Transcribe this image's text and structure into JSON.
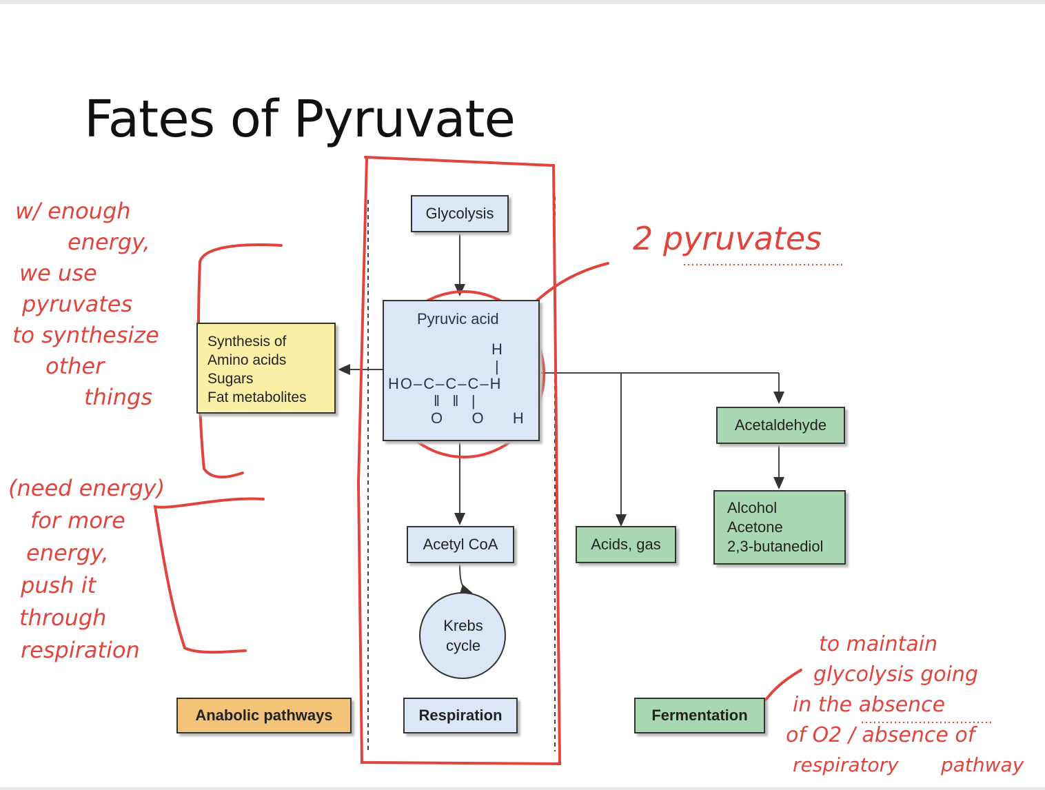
{
  "title": "Fates of Pyruvate",
  "diagram": {
    "glycolysis": "Glycolysis",
    "pyruvic_acid": "Pyruvic acid",
    "structure": {
      "top_h": "H",
      "middle": "HO–C–C–C–H",
      "bonds": "‖   ‖   |",
      "bottom": "O   O   H",
      "top_bond": "|"
    },
    "synthesis": [
      "Synthesis of",
      "Amino acids",
      "Sugars",
      "Fat metabolites"
    ],
    "acetyl_coa": "Acetyl CoA",
    "krebs": [
      "Krebs",
      "cycle"
    ],
    "acids_gas": "Acids, gas",
    "acetaldehyde": "Acetaldehyde",
    "alcohol": [
      "Alcohol",
      "Acetone",
      "2,3-butanediol"
    ],
    "anabolic": "Anabolic pathways",
    "respiration": "Respiration",
    "fermentation": "Fermentation"
  },
  "colors": {
    "annotation": "#e0443c",
    "blue_box": "#dbe6f6",
    "yellow_box": "#fcefa6",
    "orange_box": "#f3c37a",
    "green_box": "#a9d7b1"
  },
  "annotations": {
    "left_top": [
      "w/ enough",
      "energy,",
      "we use",
      "pyruvates",
      "to synthesize",
      "other",
      "things"
    ],
    "left_bottom": [
      "(need energy)",
      "for more",
      "energy,",
      "push it",
      "through",
      "respiration"
    ],
    "pyruvates": "2 pyruvates",
    "right": [
      "to maintain",
      "glycolysis going",
      "in the absence",
      "of O2 / absence of",
      "respiratory",
      "pathway"
    ]
  }
}
